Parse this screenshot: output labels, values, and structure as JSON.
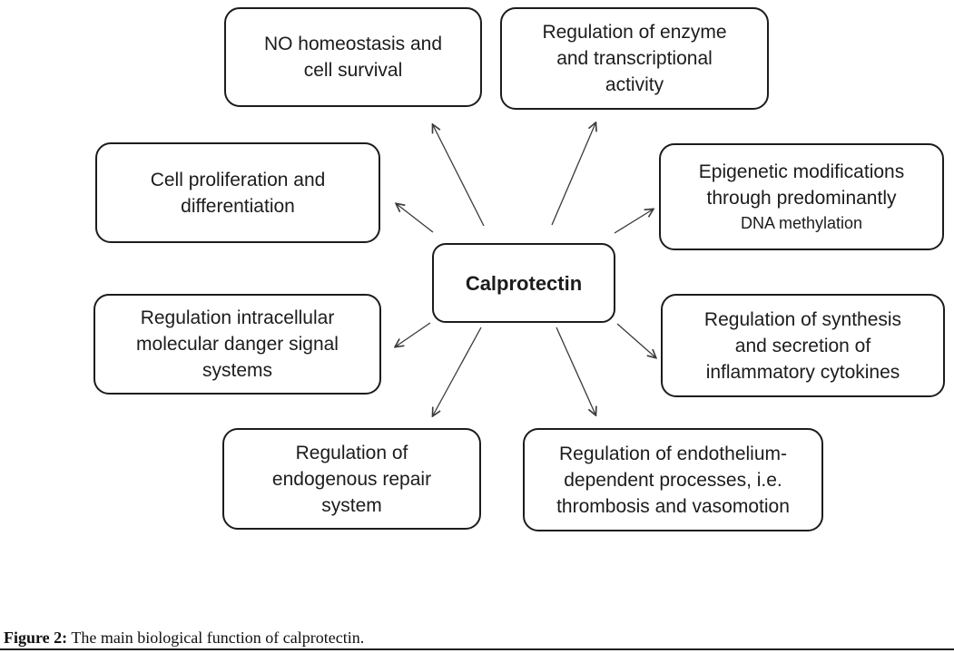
{
  "figure": {
    "center_label": "Calprotectin",
    "nodes": [
      {
        "id": "no-homeostasis",
        "lines": [
          "NO homeostasis and",
          "cell survival"
        ]
      },
      {
        "id": "enzyme-regulation",
        "lines": [
          "Regulation of enzyme",
          "and transcriptional",
          "activity"
        ]
      },
      {
        "id": "cell-proliferation",
        "lines": [
          "Cell proliferation and",
          "differentiation"
        ]
      },
      {
        "id": "epigenetic-modifications",
        "lines": [
          "Epigenetic modifications",
          "through predominantly",
          "DNA methylation"
        ]
      },
      {
        "id": "intracellular-danger-signal",
        "lines": [
          "Regulation intracellular",
          "molecular danger signal",
          "systems"
        ]
      },
      {
        "id": "cytokine-synthesis",
        "lines": [
          "Regulation of synthesis",
          "and secretion of",
          "inflammatory cytokines"
        ]
      },
      {
        "id": "endogenous-repair",
        "lines": [
          "Regulation of",
          "endogenous repair",
          "system"
        ]
      },
      {
        "id": "endothelium-processes",
        "lines": [
          "Regulation of endothelium-",
          "dependent processes, i.e.",
          "thrombosis and vasomotion"
        ]
      }
    ],
    "caption": {
      "label": "Figure 2:",
      "text": " The main biological function of calprotectin."
    },
    "colors": {
      "box_border": "#1c1c1c",
      "text": "#1c1c1c",
      "arrow": "#3a3a3a",
      "background": "#ffffff"
    }
  }
}
